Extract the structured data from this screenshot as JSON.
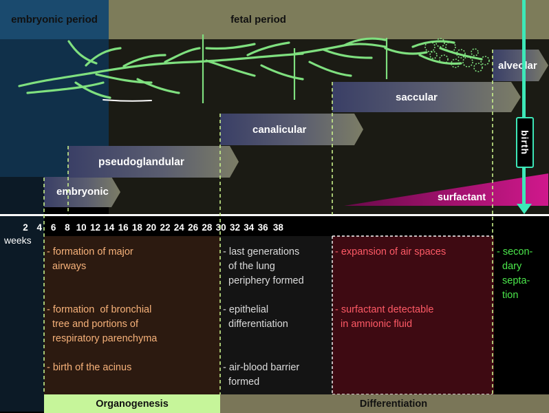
{
  "periods": {
    "embryonic": "embryonic period",
    "fetal": "fetal period"
  },
  "stages": {
    "embryonic": "embryonic",
    "pseudoglandular": "pseudoglandular",
    "canalicular": "canalicular",
    "saccular": "saccular",
    "alveolar": "alveolar"
  },
  "surfactant_label": "surfactant",
  "birth_label": "birth",
  "axis": {
    "unit_label": "weeks",
    "ticks": [
      "2",
      "4",
      "6",
      "8",
      "10",
      "12",
      "14",
      "16",
      "18",
      "20",
      "22",
      "24",
      "26",
      "28",
      "30",
      "32",
      "34",
      "36",
      "38"
    ]
  },
  "columns": {
    "organogenesis": "- formation of major\n  airways\n\n\n- formation  of bronchial\n  tree and portions of\n  respiratory parenchyma\n\n- birth of the acinus",
    "canalicular": "- last generations\n  of the lung\n  periphery formed\n\n- epithelial\n  differentiation\n\n\n- air-blood barrier\n  formed",
    "saccular": "- expansion of air spaces\n\n\n\n- surfactant detectable\n  in amnionic fluid",
    "alveolar": "- secon-\n  dary\n  septa-\n  tion"
  },
  "phases": {
    "organogenesis": "Organogenesis",
    "differentiation": "Differentiation"
  },
  "colors": {
    "embryonic_band": "#1a4a6e",
    "fetal_band": "#7d7c5a",
    "organogenesis_footer": "#c6f59a",
    "differentiation_footer": "#7a7658",
    "surfactant": "#c0168a",
    "birth_line": "#3de8b8",
    "airway": "#7fe07f"
  }
}
